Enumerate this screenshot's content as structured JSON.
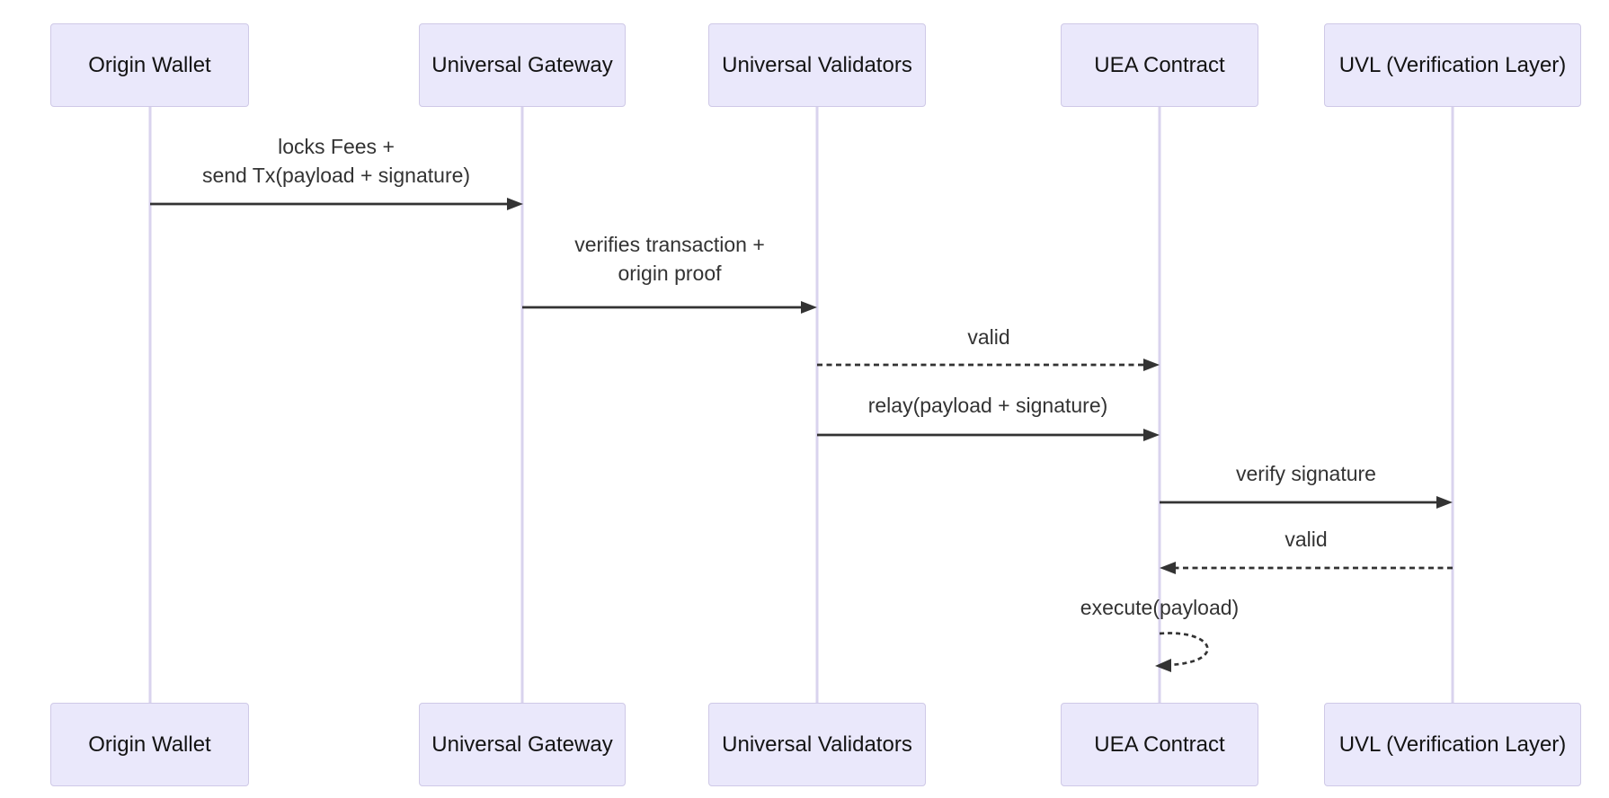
{
  "diagram": {
    "kind": "sequence-diagram",
    "background": "#ffffff",
    "actors": [
      {
        "name": "Origin Wallet"
      },
      {
        "name": "Universal Gateway"
      },
      {
        "name": "Universal Validators"
      },
      {
        "name": "UEA Contract"
      },
      {
        "name": "UVL (Verification Layer)"
      }
    ],
    "messages": [
      {
        "from": "Origin Wallet",
        "to": "Universal Gateway",
        "style": "solid",
        "lines": [
          "locks Fees +",
          "send Tx(payload + signature)"
        ]
      },
      {
        "from": "Universal Gateway",
        "to": "Universal Validators",
        "style": "solid",
        "lines": [
          "verifies transaction +",
          "origin proof"
        ]
      },
      {
        "from": "Universal Validators",
        "to": "UEA Contract",
        "style": "dashed",
        "lines": [
          "valid"
        ]
      },
      {
        "from": "Universal Validators",
        "to": "UEA Contract",
        "style": "solid",
        "lines": [
          "relay(payload + signature)"
        ]
      },
      {
        "from": "UEA Contract",
        "to": "UVL (Verification Layer)",
        "style": "solid",
        "lines": [
          "verify signature"
        ]
      },
      {
        "from": "UVL (Verification Layer)",
        "to": "UEA Contract",
        "style": "dashed",
        "lines": [
          "valid"
        ]
      },
      {
        "from": "UEA Contract",
        "to": "UEA Contract",
        "style": "dashed-self-loop",
        "lines": [
          "execute(payload)"
        ]
      }
    ],
    "colors": {
      "actor_fill": "#eae8fb",
      "actor_border": "#cfc9e7",
      "lifeline": "#d9d3ee",
      "arrow": "#333333",
      "message_text": "#333333",
      "actor_text": "#131313"
    }
  }
}
